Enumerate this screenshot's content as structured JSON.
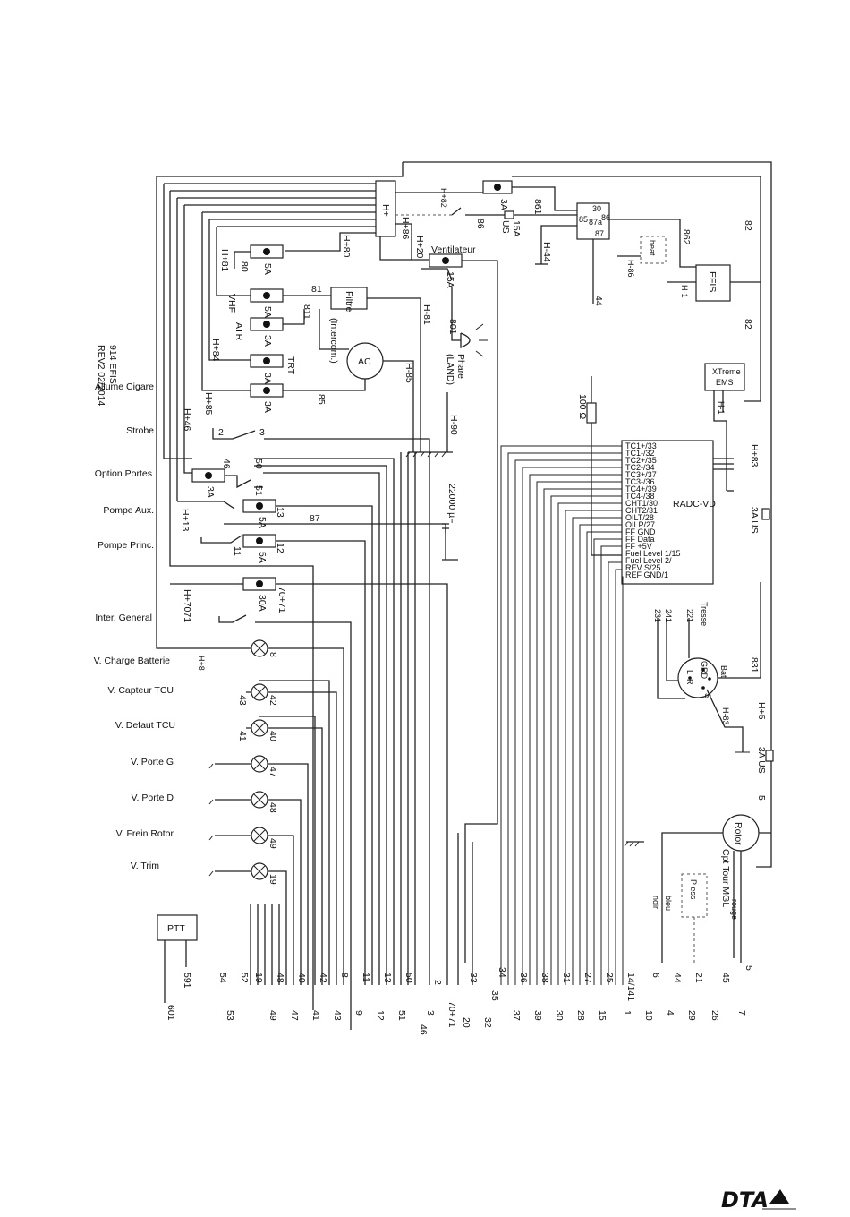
{
  "document": {
    "model": "914 EFIS",
    "revision": "REV2 02/2014",
    "logo_text": "DTA"
  },
  "side_labels": {
    "allume_cigare": "Allume Cigare",
    "strobe": "Strobe",
    "option_portes": "Option Portes",
    "pompe_aux": "Pompe Aux.",
    "pompe_princ": "Pompe Princ.",
    "inter_general": "Inter. General",
    "v_charge_batterie": "V. Charge Batterie",
    "v_capteur_tcu": "V. Capteur TCU",
    "v_defaut_tcu": "V. Defaut TCU",
    "v_porte_g": "V. Porte G",
    "v_porte_d": "V. Porte D",
    "v_frein_rotor": "V. Frein Rotor",
    "v_trim": "V. Trim"
  },
  "components": {
    "bus": "H+",
    "ventilateur": "Ventilateur",
    "filtre": "Filtre",
    "intercom": "(Intercom.)",
    "ac": "AC",
    "phare": "Phare",
    "land": "(LAND)",
    "efis": "EFIS",
    "heat": "heat",
    "xtreme": "XTreme",
    "ems": "EMS",
    "radc": "RADC-VD",
    "capacitor": "22000 µF",
    "resistor": "100 Ω",
    "ptt": "PTT",
    "rotor": "Rotor",
    "cpt_tour": "Cpt Tour MGL",
    "pess": "P ess",
    "tresse": "Tresse",
    "relay_pins": [
      "30",
      "87a",
      "85",
      "86",
      "87"
    ]
  },
  "fuses": [
    {
      "id": "f80",
      "rating": "5A",
      "wire": "80"
    },
    {
      "id": "f81",
      "rating": "5A",
      "wire": "81",
      "device": "VHF"
    },
    {
      "id": "fatr",
      "rating": "3A",
      "wire": "811",
      "device": "ATR"
    },
    {
      "id": "ftrt",
      "rating": "3A",
      "wire": "TRT"
    },
    {
      "id": "f85",
      "rating": "3A",
      "wire": "85"
    },
    {
      "id": "f46",
      "rating": "3A",
      "wire": "46"
    },
    {
      "id": "f13",
      "rating": "5A",
      "wire": "13"
    },
    {
      "id": "f12",
      "rating": "5A",
      "wire": "12"
    },
    {
      "id": "f70",
      "rating": "30A",
      "wire": "70+71"
    },
    {
      "id": "ftop",
      "rating": "3A",
      "wire": "861"
    }
  ],
  "wire_labels": {
    "h81_left": "H+81",
    "h84": "H+84",
    "h85_left": "H+85",
    "h46": "H+46",
    "h13": "H+13",
    "h7071": "H+7071",
    "h8": "H+8",
    "h80": "H+80",
    "h86": "H+86",
    "h20": "H+20",
    "h82": "H+82",
    "h44": "H-44",
    "h86b": "H-86",
    "h1": "H-1",
    "h1b": "H-1",
    "h81_right": "H-81",
    "h85_right": "H-85",
    "h90": "H-90",
    "h83_right": "H+83",
    "h83_low": "H-83",
    "h5": "H+5",
    "fuse_3aus_top": "3A US",
    "fuse_3aus_low": "3A US",
    "fuse_15aus": "15A",
    "us": "US",
    "fuse_15a_land": "15A",
    "w861": "861",
    "w862": "862",
    "w86": "86",
    "w82a": "82",
    "w82b": "82",
    "w44": "44",
    "w801": "801",
    "w87": "87",
    "w831": "831",
    "w5": "5",
    "strobe_2": "2",
    "strobe_3": "3",
    "porte_50": "50",
    "porte_51": "51",
    "pompe_11": "11",
    "lamp_8": "8",
    "lamp_42": "42",
    "lamp_43": "43",
    "lamp_40": "40",
    "lamp_41": "41",
    "lamp_47": "47",
    "lamp_48": "48",
    "lamp_49": "49",
    "lamp_19": "19",
    "noir": "noir",
    "bleu": "bleu",
    "rouge": "rouge",
    "w221": "221",
    "w231": "231",
    "w241": "241",
    "grd": "GRD",
    "bat": "Bat",
    "l": "L",
    "r": "R",
    "s": "S"
  },
  "radc_pins": [
    "TC1+/33",
    "TC1-/32",
    "TC2+/35",
    "TC2-/34",
    "TC3+/37",
    "TC3-/36",
    "TC4+/39",
    "TC4-/38",
    "CHT1/30",
    "CHT2/31",
    "OILT/28",
    "OILP/27",
    "FF GND",
    "FF Data",
    "FF +5V",
    "Fuel Level 1/15",
    "Fuel Level 2/",
    "REV S/25",
    "REF GND/1"
  ],
  "connector": {
    "row1": [
      "591",
      "54",
      "52",
      "19",
      "48",
      "40",
      "42",
      "8",
      "11",
      "13",
      "50",
      "2",
      "33",
      "34",
      "36",
      "38",
      "31",
      "27",
      "25",
      "14/141",
      "6",
      "44",
      "21",
      "45",
      "5"
    ],
    "row2": [
      "601",
      "53",
      "49",
      "47",
      "41",
      "43",
      "9",
      "12",
      "51",
      "3",
      "46",
      "70+71",
      "20",
      "35",
      "32",
      "37",
      "39",
      "30",
      "28",
      "15",
      "1",
      "10",
      "4",
      "29",
      "26",
      "7"
    ]
  }
}
